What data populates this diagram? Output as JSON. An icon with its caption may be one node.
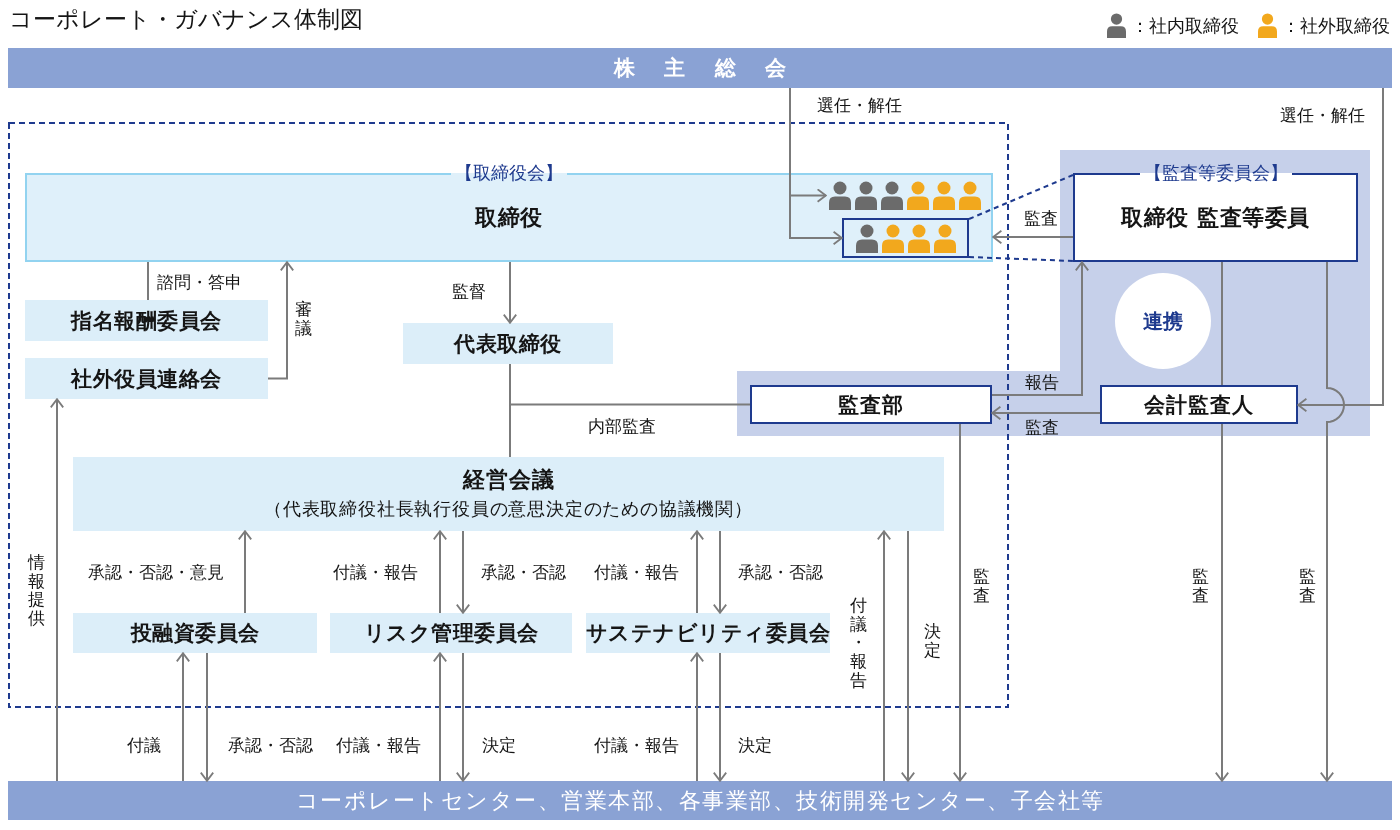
{
  "diagram": {
    "title": "コーポレート・ガバナンス体制図",
    "nodes": [
      {
        "text": [
          "株 主 総 会"
        ]
      },
      {
        "text": [
          "【取締役会】",
          "取締役"
        ]
      },
      {
        "text": [],
        "shape": "person",
        "in": 1
      },
      {
        "text": [],
        "shape": "box",
        "in": 1
      },
      {
        "text": [
          "【監査等委員会】",
          "取締役 監査等委員"
        ]
      },
      {
        "text": [
          "指名報酬委員会"
        ]
      },
      {
        "text": [
          "社外役員連絡会"
        ]
      },
      {
        "text": [
          "代表取締役"
        ]
      },
      {
        "text": [
          "連携"
        ]
      },
      {
        "text": [
          "監査部"
        ]
      },
      {
        "text": [
          "会計監査人"
        ]
      },
      {
        "text": [
          "経営会議",
          "（代表取締役社長執行役員の意思決定のための協議機関）"
        ]
      },
      {
        "text": [
          "投融資委員会"
        ]
      },
      {
        "text": [
          "リスク管理委員会"
        ]
      },
      {
        "text": [
          "サステナビリティ委員会"
        ]
      },
      {
        "text": [
          "コーポレートセンター、営業本部、各事業部、技術開発センター、子会社等"
        ]
      }
    ],
    "edges": [
      {
        "from": 0,
        "to": 2,
        "arrow": "to",
        "label": "選任・解任"
      },
      {
        "from": 0,
        "to": 3,
        "arrow": "to"
      },
      {
        "from": 0,
        "to": 10,
        "arrow": "to",
        "label": "選任・解任"
      },
      {
        "from": 4,
        "to": 1,
        "arrow": "to",
        "label": "監査"
      },
      {
        "from": 3,
        "to": 4,
        "arrow": "none",
        "style": "dashed",
        "color": "#1e3a8e"
      },
      {
        "from": 3,
        "to": 4,
        "arrow": "none",
        "style": "dashed",
        "color": "#1e3a8e"
      },
      {
        "from": 1,
        "to": 5,
        "arrow": "none",
        "label": "諮問・答申"
      },
      {
        "from": 6,
        "to": 1,
        "arrow": "to",
        "label": "審議"
      },
      {
        "from": 1,
        "to": 7,
        "arrow": "to",
        "label": "監督"
      },
      {
        "from": 7,
        "to": 11,
        "arrow": "none"
      },
      {
        "from": 7,
        "to": 9,
        "arrow": "none",
        "label": "内部監査"
      },
      {
        "from": 9,
        "to": 4,
        "arrow": "to",
        "label": "報告"
      },
      {
        "from": 10,
        "to": 9,
        "arrow": "to",
        "label": "監査"
      },
      {
        "from": 4,
        "to": 10,
        "arrow": "none"
      },
      {
        "from": 10,
        "to": 15,
        "arrow": "to",
        "label": "監査"
      },
      {
        "from": 4,
        "to": 15,
        "arrow": "to",
        "label": "監査"
      },
      {
        "from": 9,
        "to": 15,
        "arrow": "to",
        "label": "監査"
      },
      {
        "from": 12,
        "to": 11,
        "arrow": "to",
        "label": "承認・否認・意見"
      },
      {
        "from": 13,
        "to": 11,
        "arrow": "to",
        "label": "付議・報告"
      },
      {
        "from": 11,
        "to": 13,
        "arrow": "to",
        "label": "承認・否認"
      },
      {
        "from": 14,
        "to": 11,
        "arrow": "to",
        "label": "付議・報告"
      },
      {
        "from": 11,
        "to": 14,
        "arrow": "to",
        "label": "承認・否認"
      },
      {
        "from": 15,
        "to": 11,
        "arrow": "to",
        "label": "付議・報告"
      },
      {
        "from": 11,
        "to": 15,
        "arrow": "to",
        "label": "決定"
      },
      {
        "from": 15,
        "to": 6,
        "arrow": "to",
        "label": "情報提供"
      },
      {
        "from": 15,
        "to": 12,
        "arrow": "to",
        "label": "付議"
      },
      {
        "from": 12,
        "to": 15,
        "arrow": "to",
        "label": "承認・否認"
      },
      {
        "from": 15,
        "to": 13,
        "arrow": "to",
        "label": "付議・報告"
      },
      {
        "from": 13,
        "to": 15,
        "arrow": "to",
        "label": "決定"
      },
      {
        "from": 15,
        "to": 14,
        "arrow": "to",
        "label": "付議・報告"
      },
      {
        "from": 14,
        "to": 15,
        "arrow": "to",
        "label": "決定"
      }
    ],
    "legend": [
      {
        "text": "：社内取締役",
        "color": "#6b6b6b"
      },
      {
        "text": "：社外取締役",
        "color": "#f2a81d"
      }
    ]
  }
}
